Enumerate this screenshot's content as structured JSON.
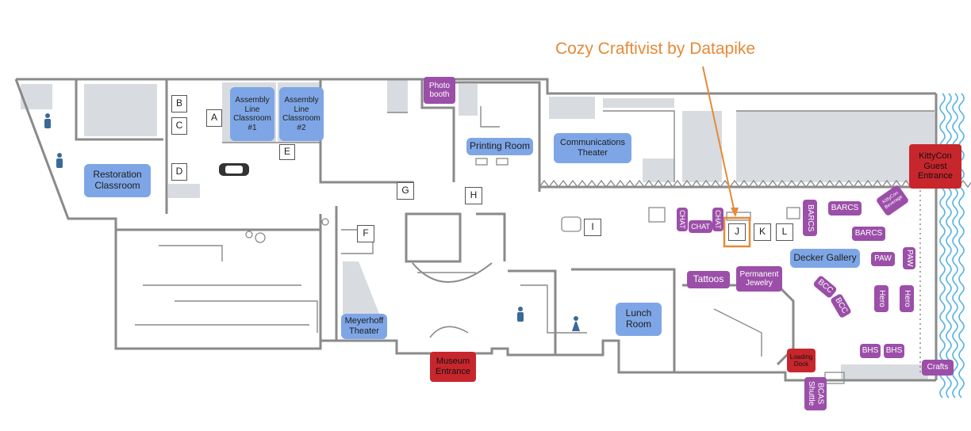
{
  "title": "Cozy Craftivist by Datapike",
  "colors": {
    "wall": "#8a8a8a",
    "room_fill": "#d8dbdf",
    "blue": "#7ea6e6",
    "purple": "#9b4fa8",
    "red": "#c8262d",
    "highlight": "#e58a38",
    "water": "#5ab4e6"
  },
  "rooms": {
    "restoration": "Restoration\nClassroom",
    "assembly1": "Assembly\nLine\nClassroom\n#1",
    "assembly2": "Assembly\nLine\nClassroom\n#2",
    "printing": "Printing Room",
    "communications": "Communications\nTheater",
    "decker": "Decker Gallery",
    "meyerhoff": "Meyerhoff\nTheater",
    "lunch": "Lunch\nRoom"
  },
  "vendors": {
    "photo": "Photo\nbooth",
    "chat1": "CHAT",
    "chat2": "CHAT",
    "chat3": "CHAT",
    "barcs1": "BARCS",
    "barcs2": "BARCS",
    "barcs3": "BARCS",
    "kittycon_small": "KittyCon\nBeverage",
    "paw1": "PAW",
    "paw2": "PAW",
    "tattoos": "Tattoos",
    "jewelry": "Permanent\nJewelry",
    "bcc1": "BCC",
    "bcc2": "BCC",
    "hero1": "Hero",
    "hero2": "Hero",
    "bhs1": "BHS",
    "bhs2": "BHS",
    "crafts": "Crafts",
    "bcas": "BCAS\nShuttle"
  },
  "entrances": {
    "kittycon": "KittyCon\nGuest\nEntrance",
    "museum": "Museum\nEntrance",
    "loading": "Loading\nDock"
  },
  "booths": {
    "A": "A",
    "B": "B",
    "C": "C",
    "D": "D",
    "E": "E",
    "F": "F",
    "G": "G",
    "H": "H",
    "I": "I",
    "J": "J",
    "K": "K",
    "L": "L"
  },
  "icons": {
    "restroom": "restroom-icon",
    "car": "car-icon"
  }
}
